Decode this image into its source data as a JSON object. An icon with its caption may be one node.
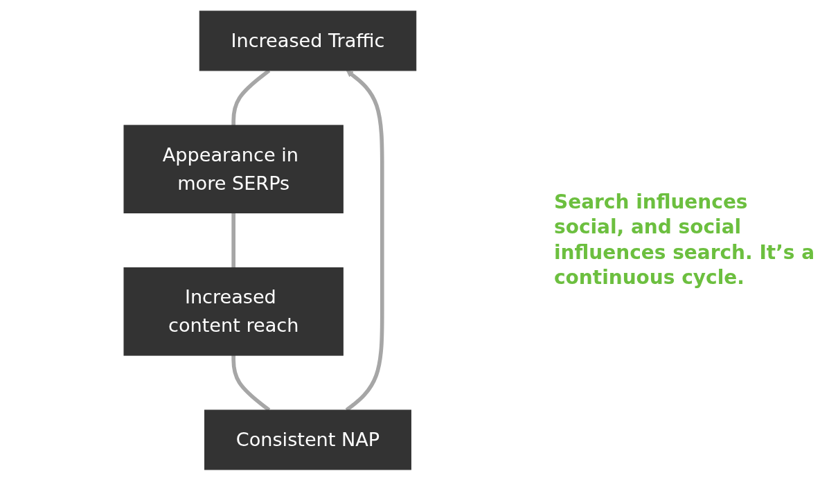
{
  "diagram": {
    "nodes": [
      {
        "text": [
          "Increased Traffic"
        ]
      },
      {
        "text": [
          "Appearance in more SERPs"
        ]
      },
      {
        "text": [
          "Increased content reach"
        ]
      },
      {
        "text": [
          "Consistent NAP"
        ]
      }
    ],
    "edges": [
      {
        "from": 0,
        "to": 1,
        "arrow": "none"
      },
      {
        "from": 1,
        "to": 2,
        "arrow": "none"
      },
      {
        "from": 2,
        "to": 3,
        "arrow": "none"
      },
      {
        "from": 3,
        "to": 0,
        "arrow": "to"
      }
    ],
    "labels": [
      "Search influences social, and social influences search. It’s a continuous cycle."
    ]
  }
}
